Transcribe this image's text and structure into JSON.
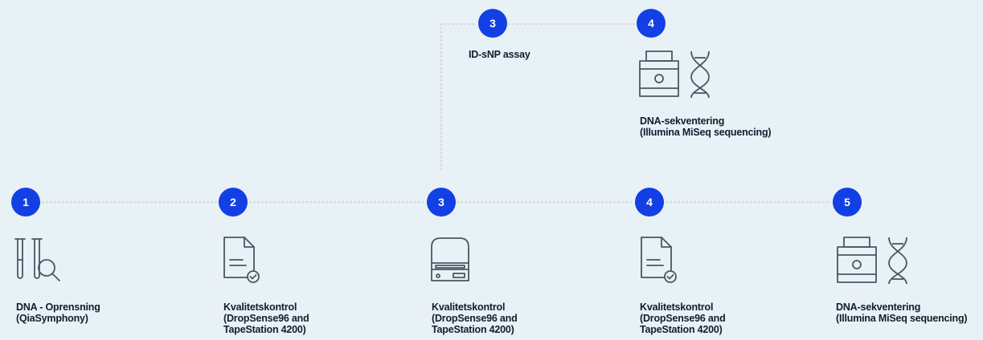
{
  "steps_main": [
    {
      "number": "1",
      "icon": "test-tubes-magnifier-icon",
      "line1": "DNA - Oprensning",
      "line2": "(QiaSymphony)",
      "line3": ""
    },
    {
      "number": "2",
      "icon": "document-check-icon",
      "line1": "Kvalitetskontrol",
      "line2": "(DropSense96 and",
      "line3": "TapeStation 4200)"
    },
    {
      "number": "3",
      "icon": "lab-instrument-icon",
      "line1": "Kvalitetskontrol",
      "line2": "(DropSense96 and",
      "line3": "TapeStation 4200)"
    },
    {
      "number": "4",
      "icon": "document-check-icon",
      "line1": "Kvalitetskontrol",
      "line2": "(DropSense96 and",
      "line3": "TapeStation 4200)"
    },
    {
      "number": "5",
      "icon": "sequencer-dna-icon",
      "line1": "DNA-sekventering",
      "line2": "(Illumina MiSeq sequencing)",
      "line3": ""
    }
  ],
  "steps_branch": [
    {
      "number": "3",
      "line1": "ID-sNP assay"
    },
    {
      "number": "4",
      "icon": "sequencer-dna-icon",
      "line1": "DNA-sekventering",
      "line2": "(Illumina MiSeq sequencing)"
    }
  ],
  "colors": {
    "badge": "#1340e4",
    "connector": "#c5ccd2",
    "icon_stroke": "#4a5663",
    "text": "#0f1e2e",
    "background": "#e8f1f6"
  }
}
